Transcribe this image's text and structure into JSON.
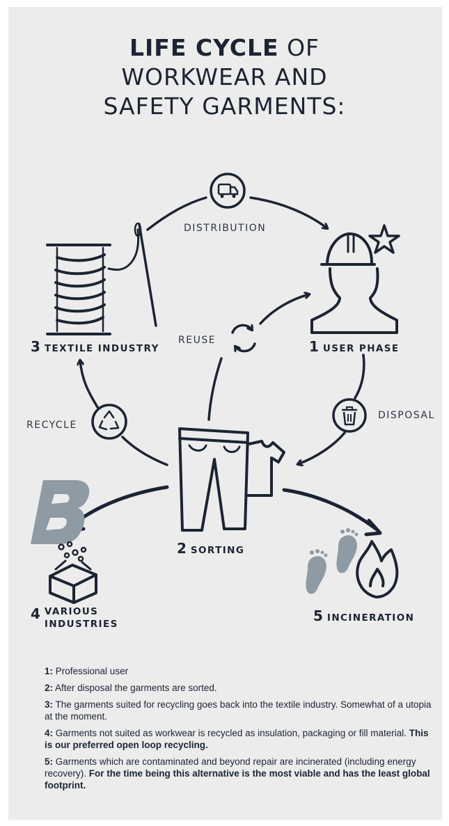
{
  "title": {
    "bold": "LIFE CYCLE",
    "light1": " OF",
    "line2": "WORKWEAR AND",
    "line3": "SAFETY GARMENTS:"
  },
  "stages": [
    {
      "num": "1",
      "label": "USER PHASE"
    },
    {
      "num": "2",
      "label": "SORTING"
    },
    {
      "num": "3",
      "label": "TEXTILE INDUSTRY"
    },
    {
      "num": "4",
      "label_line1": "VARIOUS",
      "label_line2": "INDUSTRIES"
    },
    {
      "num": "5",
      "label": "INCINERATION"
    }
  ],
  "flows": {
    "distribution": "DISTRIBUTION",
    "reuse": "REUSE",
    "disposal": "DISPOSAL",
    "recycle": "RECYCLE"
  },
  "notes": [
    {
      "key": "1:",
      "text": " Professional user",
      "bold": ""
    },
    {
      "key": "2:",
      "text": " After disposal the garments are sorted.",
      "bold": ""
    },
    {
      "key": "3:",
      "text": " The garments suited for recycling goes back into the textile industry. Somewhat of a utopia at the moment.",
      "bold": ""
    },
    {
      "key": "4:",
      "text": " Garments not suited as workwear is recycled as insulation, packaging or fill material. ",
      "bold": "This is our preferred open loop recycling."
    },
    {
      "key": "5:",
      "text": " Garments which are contaminated and beyond repair are incinerated (including energy recovery). ",
      "bold": "For the time being this alternative is the most viable and has the least global footprint."
    }
  ],
  "colors": {
    "ink": "#1c2433",
    "grey_accent": "#8e9aa4",
    "background": "#ececec"
  },
  "icons": [
    "truck-icon",
    "recycle-arrows-icon",
    "trash-can-icon",
    "recycle-triangle-icon",
    "thread-spool-icon",
    "hard-hat-person-icon",
    "star-icon",
    "trousers-icon",
    "tshirt-icon",
    "box-icon",
    "letter-b-icon",
    "footprints-icon",
    "flame-icon"
  ]
}
